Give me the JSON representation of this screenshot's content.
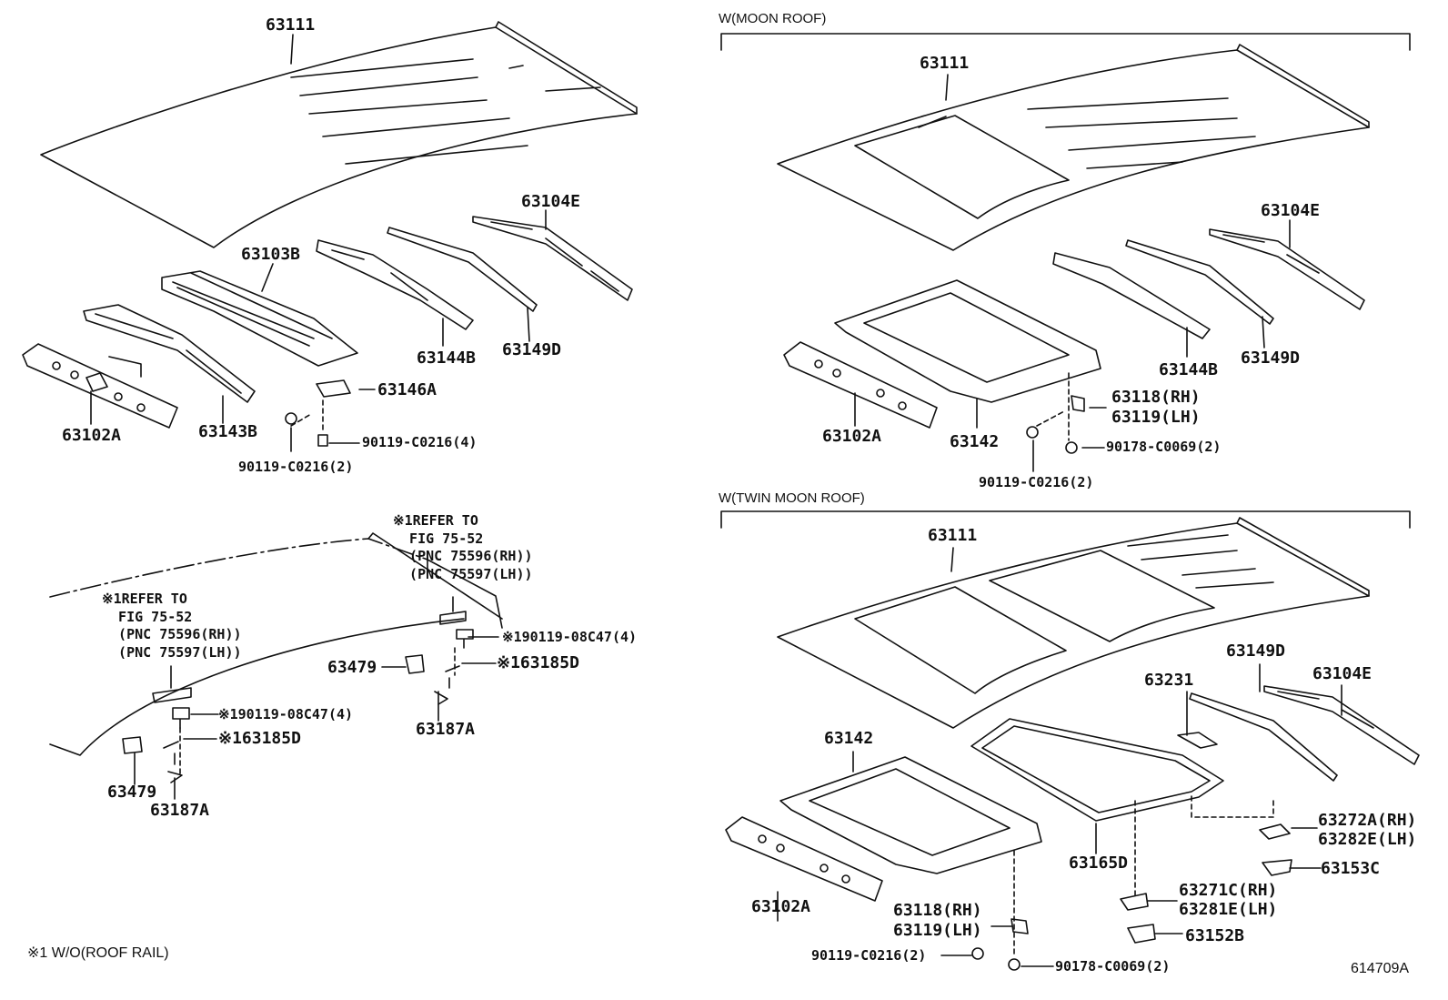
{
  "headers": {
    "moon_roof": "W(MOON ROOF)",
    "twin_moon_roof": "W(TWIN MOON ROOF)"
  },
  "footnote": "※1 W/O(ROOF RAIL)",
  "figure_id": "614709A",
  "notes": {
    "refer_upper": "※1REFER TO\n  FIG 75-52\n  (PNC 75596(RH))\n  (PNC 75597(LH))",
    "refer_lower": "※1REFER TO\n  FIG 75-52\n  (PNC 75596(RH))\n  (PNC 75597(LH))"
  },
  "parts": {
    "p63111_a": "63111",
    "p63104E_a": "63104E",
    "p63103B": "63103B",
    "p63144B_a": "63144B",
    "p63149D_a": "63149D",
    "p63146A": "63146A",
    "p63102A_a": "63102A",
    "p63143B": "63143B",
    "p90119_4": "90119-C0216(4)",
    "p90119_2_a": "90119-C0216(2)",
    "p63111_b": "63111",
    "p63104E_b": "63104E",
    "p63144B_b": "63144B",
    "p63149D_b": "63149D",
    "p63102A_b": "63102A",
    "p63142_b": "63142",
    "p63118_b": "63118(RH)",
    "p63119_b": "63119(LH)",
    "p90178_b": "90178-C0069(2)",
    "p90119_2_b": "90119-C0216(2)",
    "rail_bolt_upper": "※190119-08C47(4)",
    "rail_clip_upper": "※163185D",
    "p63479_upper": "63479",
    "p63187A_upper": "63187A",
    "rail_bolt_lower": "※190119-08C47(4)",
    "rail_clip_lower": "※163185D",
    "p63479_lower": "63479",
    "p63187A_lower": "63187A",
    "p63111_c": "63111",
    "p63149D_c": "63149D",
    "p63104E_c": "63104E",
    "p63231": "63231",
    "p63142_c": "63142",
    "p63272A": "63272A(RH)",
    "p63282E": "63282E(LH)",
    "p63153C": "63153C",
    "p63165D": "63165D",
    "p63271C": "63271C(RH)",
    "p63281E": "63281E(LH)",
    "p63102A_c": "63102A",
    "p63118_c": "63118(RH)",
    "p63119_c": "63119(LH)",
    "p63152B": "63152B",
    "p90119_2_c": "90119-C0216(2)",
    "p90178_c": "90178-C0069(2)"
  }
}
